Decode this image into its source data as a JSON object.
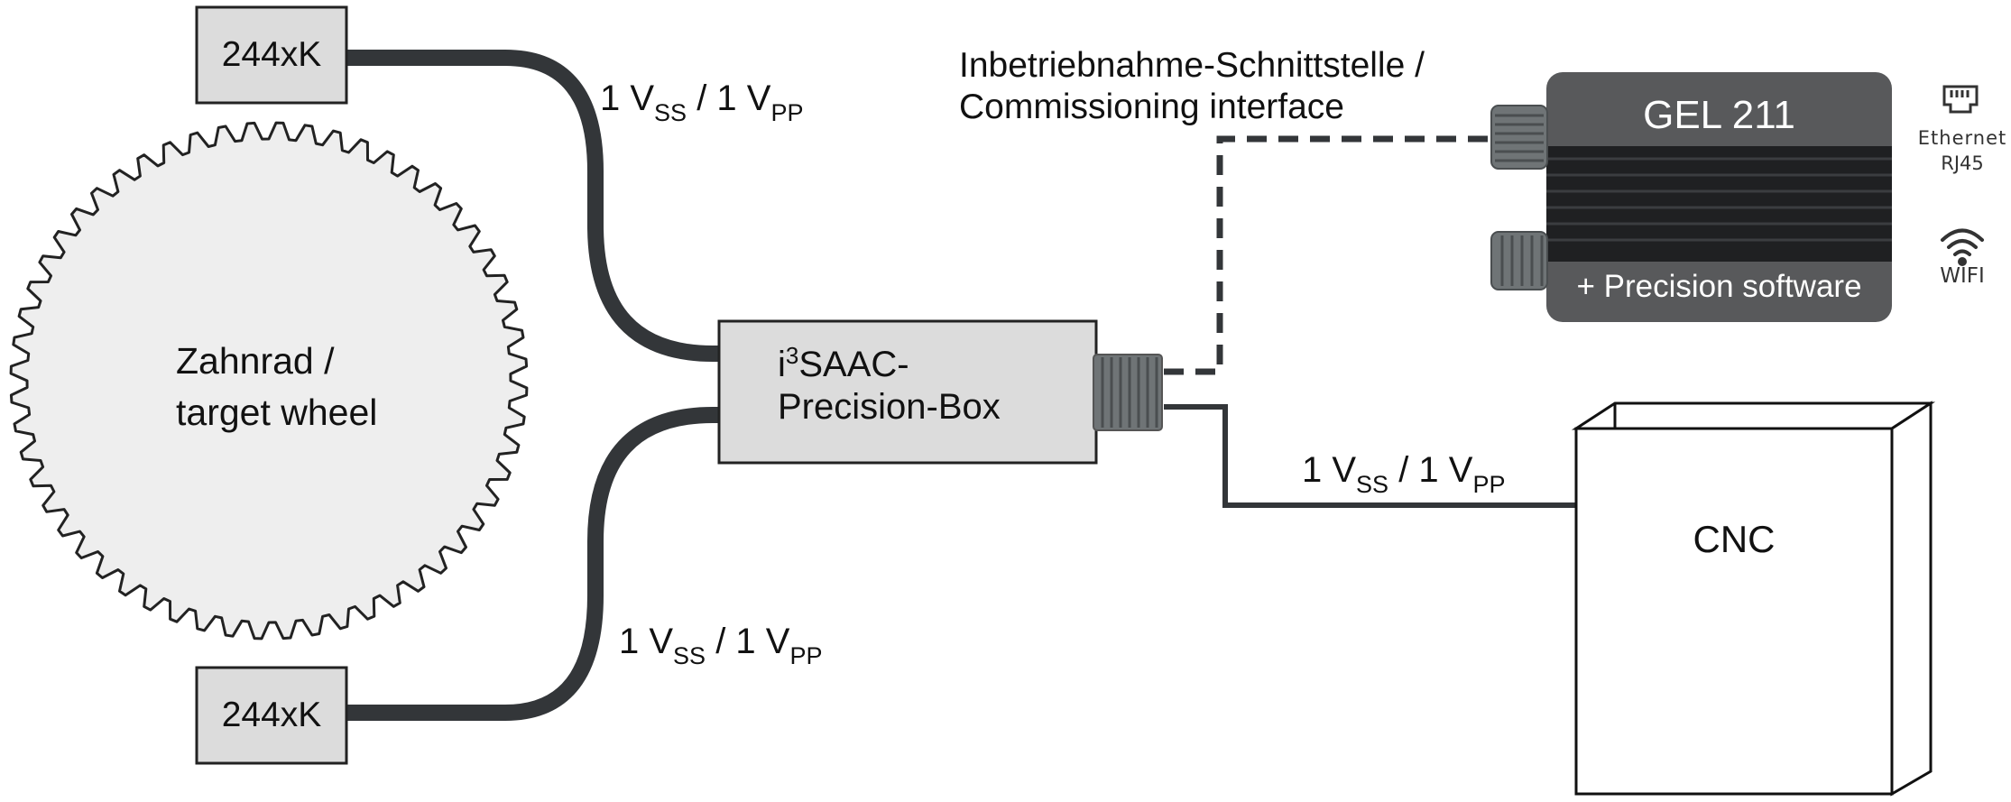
{
  "sensor_top": {
    "label": "244xK"
  },
  "sensor_bottom": {
    "label": "244xK"
  },
  "wheel": {
    "line1": "Zahnrad /",
    "line2": "target wheel"
  },
  "signal_top": {
    "v1": "1 V",
    "s1": "SS",
    "sep": " / 1 V",
    "s2": "PP"
  },
  "signal_bottom": {
    "v1": "1 V",
    "s1": "SS",
    "sep": " / 1 V",
    "s2": "PP"
  },
  "signal_cnc": {
    "v1": "1 V",
    "s1": "SS",
    "sep": " / 1 V",
    "s2": "PP"
  },
  "box": {
    "prefix": "i",
    "sup": "3",
    "line1_rest": "SAAC-",
    "line2": "Precision-Box"
  },
  "commissioning": {
    "line1": "Inbetriebnahme-Schnittstelle /",
    "line2": "Commissioning interface"
  },
  "gel": {
    "title": "GEL 211",
    "footer": "+ Precision software"
  },
  "ethernet": {
    "line1": "Ethernet",
    "line2": "RJ45"
  },
  "wifi": {
    "label": "WIFI"
  },
  "cnc": {
    "label": "CNC"
  },
  "colors": {
    "cable": "#333639",
    "box_fill": "#dcdcdc",
    "gel_body": "#58595b",
    "connector": "#6f7476",
    "wheel_fill": "#eeeeee"
  }
}
